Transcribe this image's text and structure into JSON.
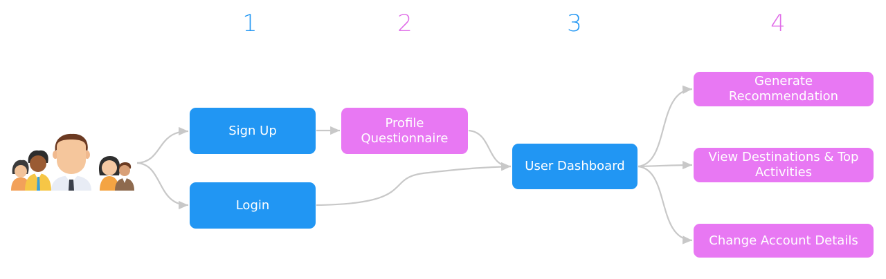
{
  "colors": {
    "blue": "#2196f3",
    "pink": "#e878f3",
    "step_blue": "#2196f3",
    "step_pink": "#e06de8",
    "connector": "#c8c8c8"
  },
  "steps": [
    {
      "label": "1",
      "color": "blue"
    },
    {
      "label": "2",
      "color": "pink"
    },
    {
      "label": "3",
      "color": "blue"
    },
    {
      "label": "4",
      "color": "pink"
    }
  ],
  "users_icon": "group-of-people-icon",
  "nodes": {
    "sign_up": "Sign Up",
    "login": "Login",
    "profile_questionnaire": "Profile Questionnaire",
    "user_dashboard": "User Dashboard",
    "generate_recommendation": "Generate Recommendation",
    "view_destinations": "View Destinations & Top Activities",
    "change_account": "Change Account Details"
  }
}
